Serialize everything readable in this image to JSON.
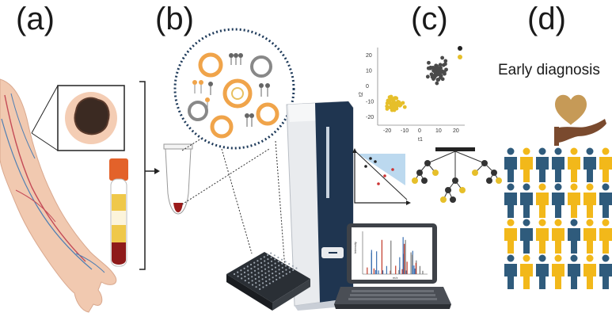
{
  "panels": {
    "a": {
      "label": "(a)"
    },
    "b": {
      "label": "(b)"
    },
    "c": {
      "label": "(c)"
    },
    "d": {
      "label": "(d)",
      "caption": "Early diagnosis"
    }
  },
  "colors": {
    "teal_person": "#2f5b7c",
    "yellow_person": "#f2b81a",
    "skin": "#f1c9b0",
    "blood_red": "#8e1a1a",
    "plasma_yellow": "#efc84a",
    "tube_cap": "#e3622a",
    "vesicle_orange": "#f0a44a",
    "instrument_navy": "#1f3550",
    "heart_tan": "#c69a57",
    "hand_brown": "#7a4a2e",
    "scatter_dark": "#4a4a4a",
    "scatter_yellow": "#e6bf2a"
  },
  "scatter_plot": {
    "xlabel": "t1",
    "ylabel": "t2",
    "x_ticks": [
      "-20",
      "-10",
      "0",
      "10",
      "20"
    ],
    "y_ticks": [
      "20",
      "10",
      "0",
      "-10",
      "-20"
    ],
    "xlim": [
      -25,
      25
    ],
    "ylim": [
      -25,
      25
    ],
    "legend": "top-right"
  },
  "spectrum_plot": {
    "ylabel": "Intensity",
    "xlabel": "m/z"
  },
  "icons": [
    "arm-icon",
    "skin-lesion-icon",
    "blood-tube-icon",
    "microtube-icon",
    "vesicle-icon",
    "mass-spectrometer-icon",
    "well-plate-icon",
    "laptop-icon",
    "scatter-plot-icon",
    "classifier-plot-icon",
    "decision-tree-icon",
    "heart-hand-icon",
    "person-icon"
  ]
}
